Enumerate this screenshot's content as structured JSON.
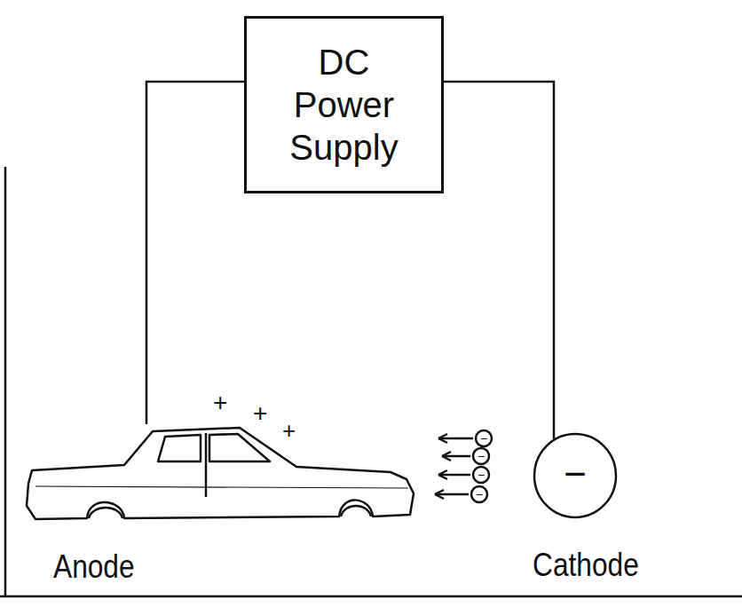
{
  "diagram": {
    "nodes": [
      {
        "text": [
          "DC Power Supply"
        ]
      },
      {
        "text": [
          "Anode"
        ]
      },
      {
        "text": [
          "−",
          "Cathode"
        ]
      }
    ],
    "edges": [
      {
        "from": 0,
        "to": 1,
        "arrow": "none"
      },
      {
        "from": 0,
        "to": 2,
        "arrow": "none"
      }
    ],
    "labels": [
      "+",
      "+",
      "+",
      "−",
      "−",
      "−",
      "−"
    ]
  }
}
